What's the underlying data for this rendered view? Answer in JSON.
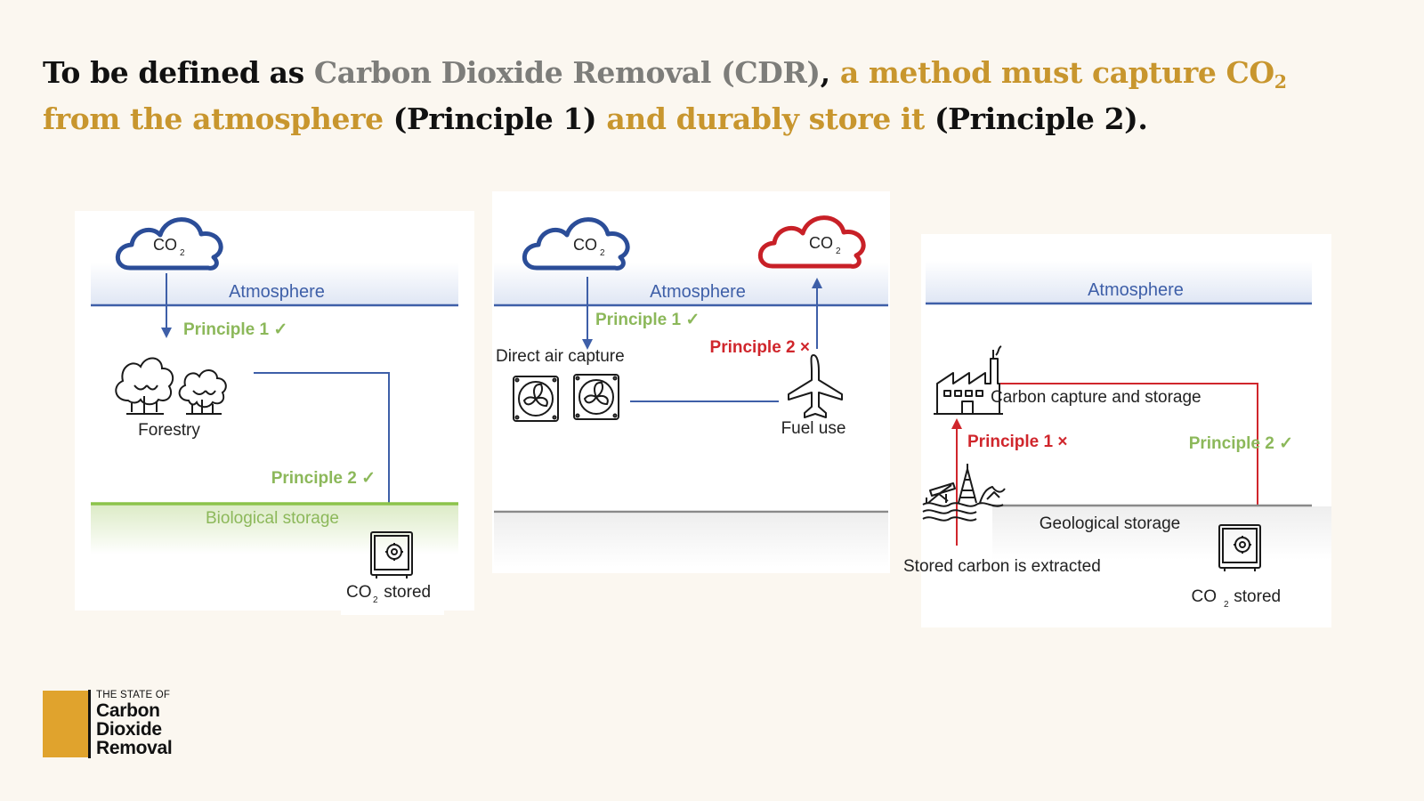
{
  "headline": {
    "p1": "To be defined as ",
    "p2": "Carbon Dioxide Removal (CDR)",
    "p3": ", ",
    "p4a": "a method must capture CO",
    "p4sub": "2",
    "p4b": " from the atmosphere",
    "p5": " (Principle 1) ",
    "p6": "and durably store it",
    "p7": " (Principle 2)."
  },
  "colors": {
    "gold": "#c8962e",
    "grey": "#7d7d7a",
    "blue": "#3e5fa8",
    "green": "#8cb85a",
    "red": "#d0262c"
  },
  "panels": {
    "forestry": {
      "cloud_label": "CO",
      "cloud_sub": "2",
      "atmosphere": "Atmosphere",
      "principle1": "Principle 1 ✓",
      "source": "Forestry",
      "principle2": "Principle 2 ✓",
      "storage": "Biological storage",
      "stored": "CO",
      "stored_sub": "2",
      "stored_suffix": " stored",
      "icons": [
        "cloud-icon",
        "trees-icon",
        "safe-icon"
      ]
    },
    "dac": {
      "cloud_blue_label": "CO",
      "cloud_blue_sub": "2",
      "cloud_red_label": "CO",
      "cloud_red_sub": "2",
      "atmosphere": "Atmosphere",
      "principle1": "Principle 1 ✓",
      "principle2": "Principle 2 ×",
      "source": "Direct air capture",
      "use": "Fuel use",
      "icons": [
        "cloud-icon",
        "fan-icon",
        "airplane-icon"
      ]
    },
    "ccs": {
      "atmosphere": "Atmosphere",
      "capture": "Carbon capture and storage",
      "principle1": "Principle 1 ×",
      "principle2": "Principle 2 ✓",
      "storage": "Geological storage",
      "extracted": "Stored carbon is extracted",
      "stored": "CO",
      "stored_sub": "2",
      "stored_suffix": " stored",
      "icons": [
        "factory-icon",
        "oil-rig-icon",
        "safe-icon"
      ]
    }
  },
  "logo": {
    "small": "THE STATE OF",
    "line1": "Carbon",
    "line2": "Dioxide",
    "line3": "Removal"
  }
}
